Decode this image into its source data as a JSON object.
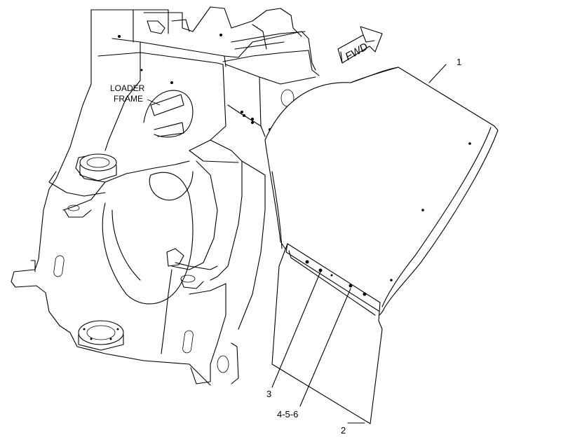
{
  "labels": {
    "loader_frame_line1": "LOADER",
    "loader_frame_line2": "FRAME",
    "direction_arrow": "FWD",
    "callout_1": "1",
    "callout_2": "2",
    "callout_3": "3",
    "callout_456": "4-5-6"
  }
}
